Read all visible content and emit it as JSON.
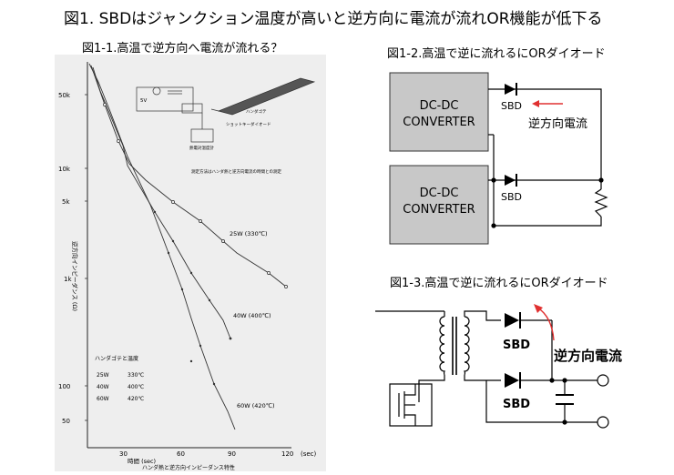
{
  "title": "図1. SBDはジャンクション温度が高いと逆方向に電流が流れOR機能が低下る",
  "fig1_1": {
    "heading": "図1-1.高温で逆方向へ電流が流れる？",
    "y_ticks": [
      "50k",
      "10k",
      "5k",
      "1k",
      "100",
      "50"
    ],
    "x_ticks": [
      "30",
      "60",
      "90",
      "120"
    ],
    "x_unit": "(sec)",
    "x_label": "時間 (sec)",
    "y_label": "逆方向インピーダンス (Ω)",
    "caption": "ハンダ熱と逆方向インピーダンス特性",
    "diagram_note": "測定方法はハンダ熱と逆方向電流の時間との測定",
    "label_5v": "5V",
    "label_meter": "熱電対温度計",
    "label_diode": "ショットキーダイオード",
    "label_iron": "ハンダゴテ",
    "series_labels": [
      "25W (330℃)",
      "40W (400℃)",
      "60W (420℃)"
    ],
    "legend_title": "ハンダゴテと温度",
    "legend_rows": [
      {
        "w": "25W",
        "t": "330℃"
      },
      {
        "w": "40W",
        "t": "400℃"
      },
      {
        "w": "60W",
        "t": "420℃"
      }
    ]
  },
  "fig1_2": {
    "heading": "図1-2.高温で逆に流れるにORダイオード",
    "converter_top": [
      "DC-DC",
      "CONVERTER"
    ],
    "converter_bottom": [
      "DC-DC",
      "CONVERTER"
    ],
    "sbd_label_top": "SBD",
    "sbd_label_bottom": "SBD",
    "current_label": "逆方向電流"
  },
  "fig1_3": {
    "heading": "図1-3.高温で逆に流れるにORダイオード",
    "sbd_label_top": "SBD",
    "sbd_label_bottom": "SBD",
    "current_label": "逆方向電流"
  },
  "colors": {
    "arrow": "#e03030",
    "box": "#c8c8c8"
  }
}
